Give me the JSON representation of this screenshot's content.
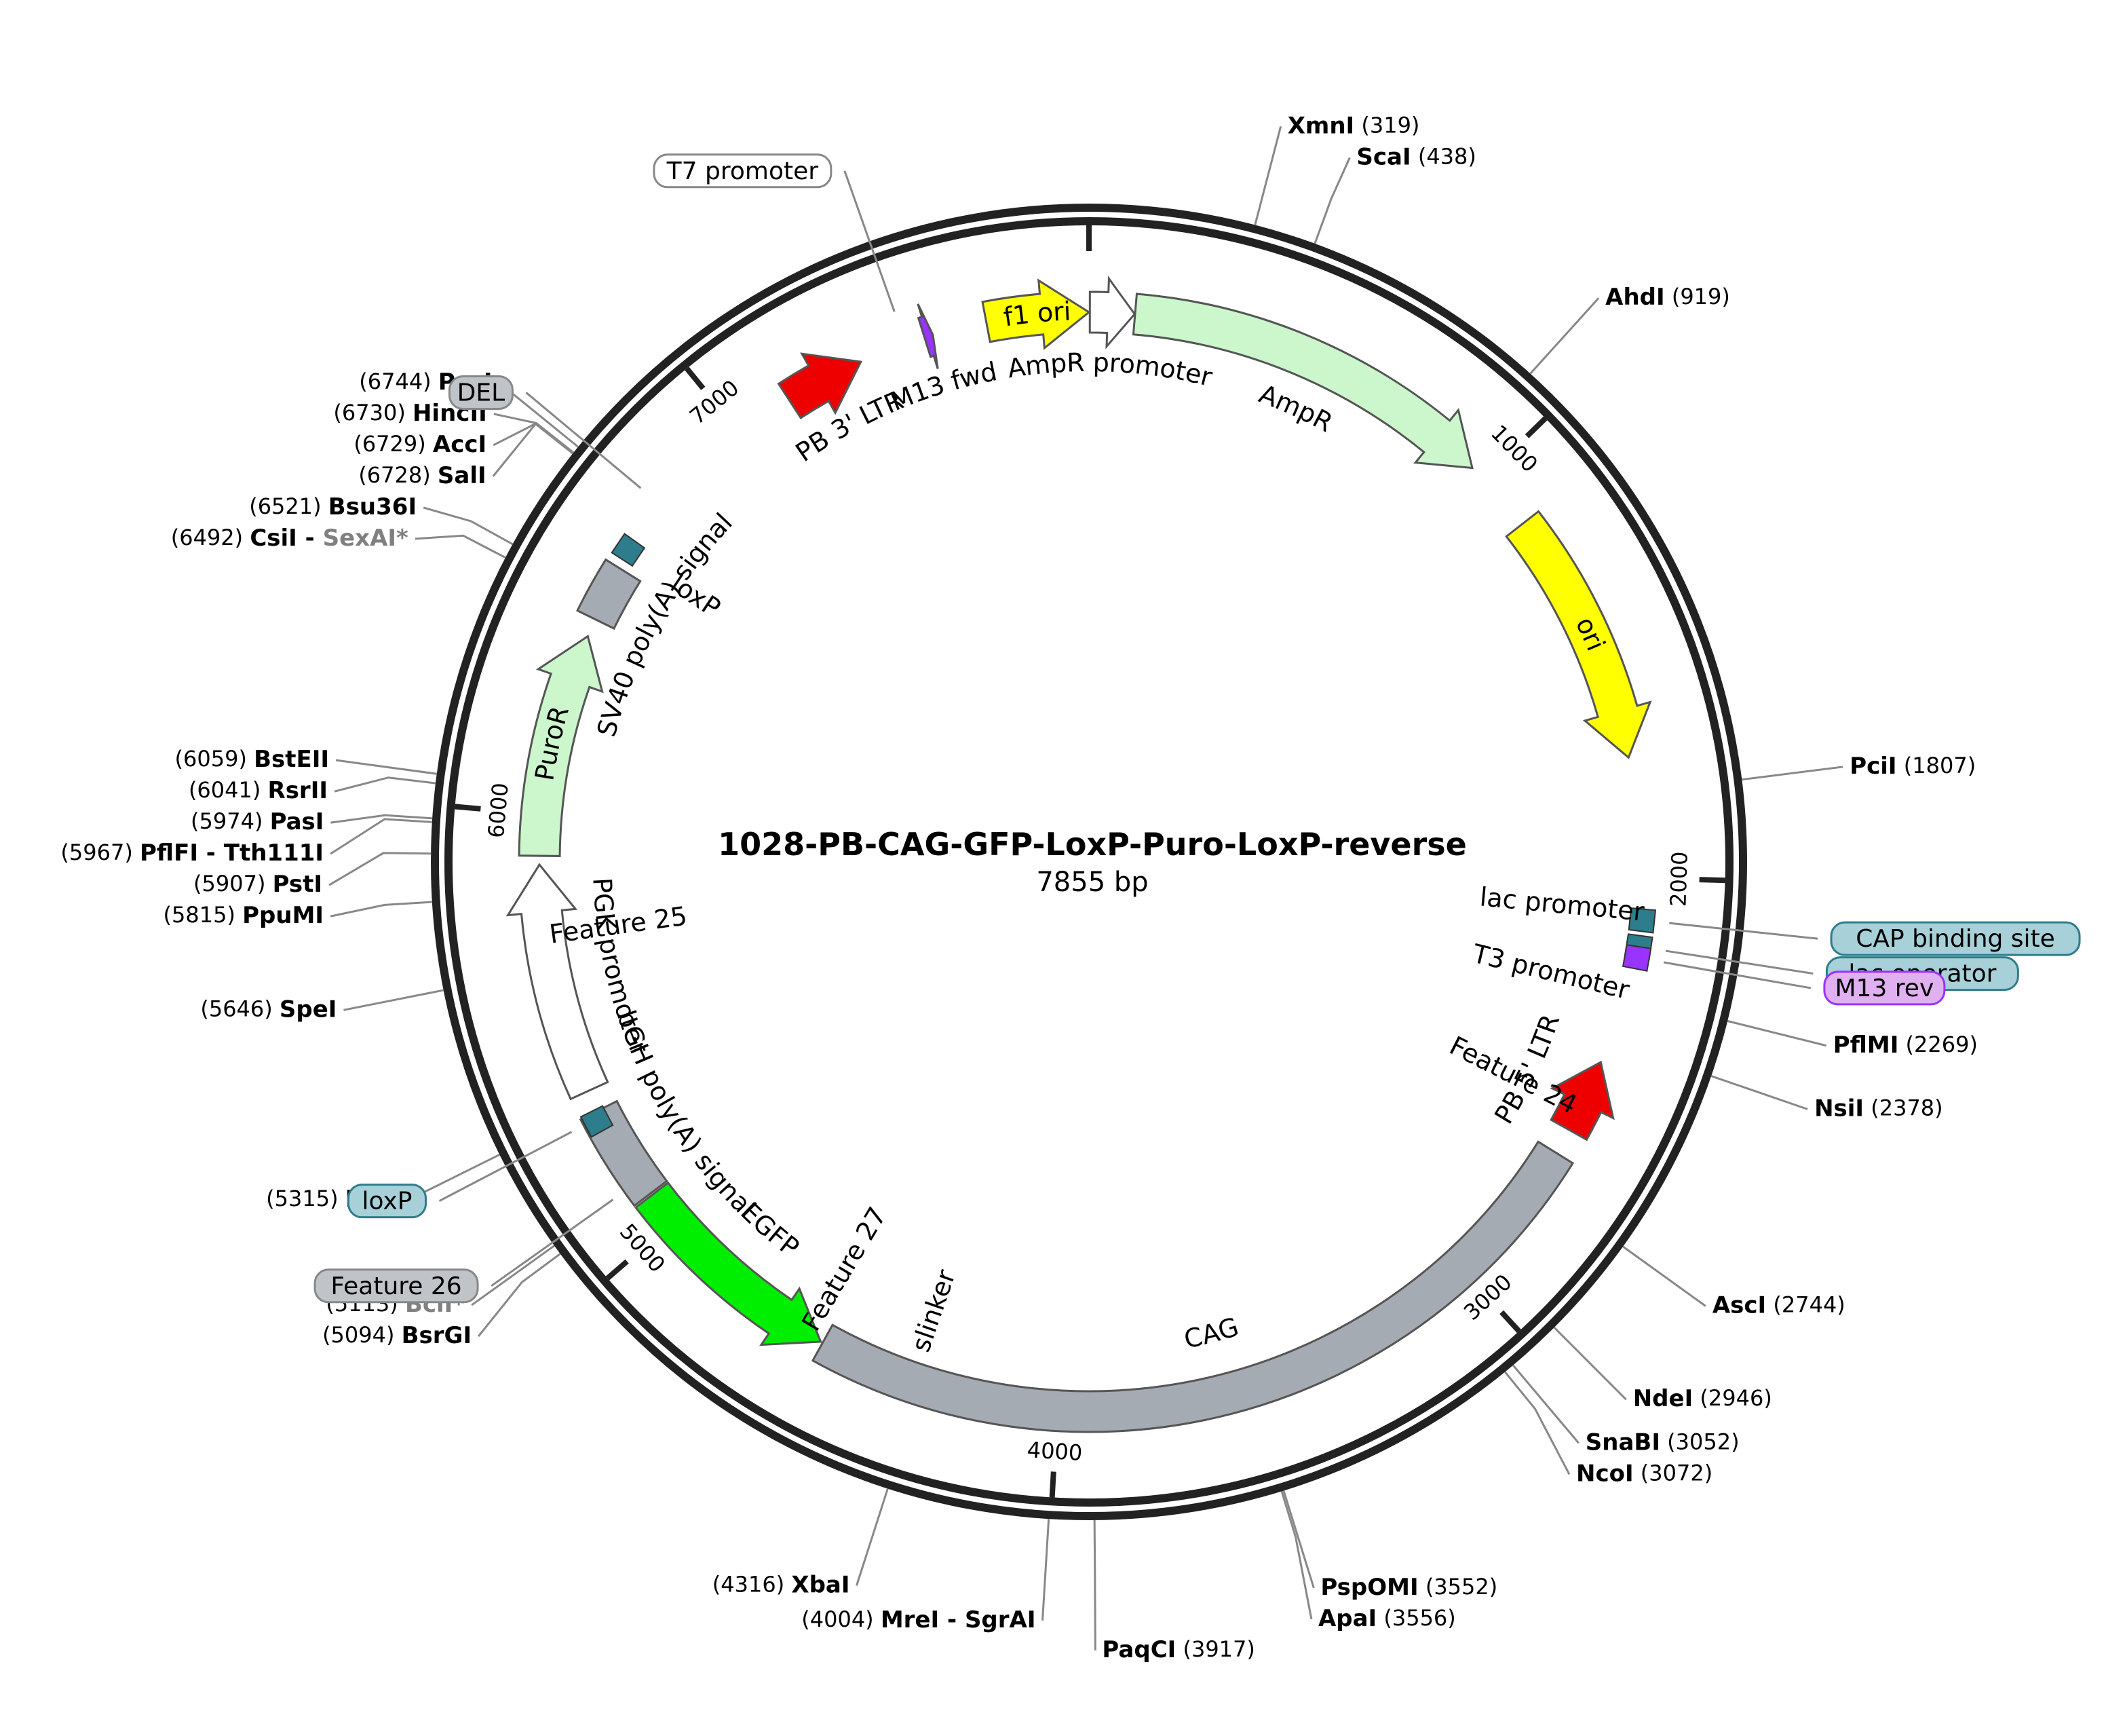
{
  "plasmid": {
    "name": "1028-PB-CAG-GFP-LoxP-Puro-LoxP-reverse",
    "length_label": "7855 bp",
    "length": 7855
  },
  "ruler_ticks": [
    {
      "pos": 0,
      "label": ""
    },
    {
      "pos": 1000,
      "label": "1000"
    },
    {
      "pos": 2000,
      "label": "2000"
    },
    {
      "pos": 3000,
      "label": "3000"
    },
    {
      "pos": 4000,
      "label": "4000"
    },
    {
      "pos": 5000,
      "label": "5000"
    },
    {
      "pos": 6000,
      "label": "6000"
    },
    {
      "pos": 7000,
      "label": "7000"
    }
  ],
  "features": [
    {
      "name": "f1 ori",
      "start": 7620,
      "end": 0,
      "strand": 1,
      "color": "#ffff00",
      "label": "f1 ori",
      "inside": true
    },
    {
      "name": "AmpR promoter",
      "start": 2,
      "end": 104,
      "strand": 1,
      "color": "#ffffff",
      "label": "AmpR promoter",
      "inside": false
    },
    {
      "name": "AmpR",
      "start": 105,
      "end": 965,
      "strand": 1,
      "color": "#ccf6cc",
      "label": "AmpR",
      "inside": false
    },
    {
      "name": "ori",
      "start": 1136,
      "end": 1725,
      "strand": 1,
      "color": "#ffff00",
      "label": "ori",
      "inside": true
    },
    {
      "name": "PB 5' LTR",
      "start": 2430,
      "end": 2600,
      "strand": -1,
      "color": "#ee0000",
      "label": "PB 5' LTR",
      "inside": false
    },
    {
      "name": "CAG",
      "start": 2660,
      "end": 4560,
      "strand": 0,
      "color": "#a5abb2",
      "label": "CAG",
      "inside": false
    },
    {
      "name": "EGFP",
      "start": 4565,
      "end": 5077,
      "strand": -1,
      "color": "#00ee00",
      "label": "EGFP",
      "inside": false
    },
    {
      "name": "bGH poly(A) signal",
      "start": 5082,
      "end": 5305,
      "strand": 0,
      "color": "#a5abb2",
      "label": "bGH poly(A) signal",
      "inside": false
    },
    {
      "name": "PGK promoter",
      "start": 5355,
      "end": 5885,
      "strand": 1,
      "color": "#ffffff",
      "label": "PGK promoter",
      "inside": false
    },
    {
      "name": "PuroR",
      "start": 5905,
      "end": 6420,
      "strand": 1,
      "color": "#ccf6cc",
      "label": "PuroR",
      "inside": true
    },
    {
      "name": "SV40 poly(A) signal",
      "start": 6462,
      "end": 6590,
      "strand": 0,
      "color": "#a5abb2",
      "label": "SV40 poly(A) signal",
      "inside": false
    },
    {
      "name": "PB 3' LTR",
      "start": 7135,
      "end": 7320,
      "strand": 1,
      "color": "#ee0000",
      "label": "PB 3' LTR",
      "inside": false
    },
    {
      "name": "M13 fwd",
      "start": 7475,
      "end": 7495,
      "strand": 1,
      "color": "#9933ff",
      "label": "M13 fwd",
      "inside": false
    }
  ],
  "small_features": [
    {
      "name": "loxP",
      "pos": 5285,
      "color": "#2d7d8c"
    },
    {
      "name": "loxP",
      "pos": 6635,
      "color": "#2d7d8c"
    },
    {
      "name": "CAP binding site",
      "pos": 2095,
      "color": "#2d7d8c"
    },
    {
      "name": "lac operator",
      "pos": 2155,
      "color": "#2d7d8c"
    },
    {
      "name": "M13 rev",
      "pos": 2180,
      "color": "#9933ff"
    }
  ],
  "inner_labels": [
    {
      "text": "lac promoter",
      "pos": 2080
    },
    {
      "text": "T3 promoter",
      "pos": 2260
    },
    {
      "text": "loxP",
      "pos": 6630
    },
    {
      "text": "Feature 24",
      "pos": 2550
    },
    {
      "text": "Feature 25",
      "pos": 5720
    },
    {
      "text": "Feature 27",
      "pos": 4600
    },
    {
      "text": "slinker",
      "pos": 4340
    }
  ],
  "restriction_sites": [
    {
      "name": "XmnI",
      "pos_label": "(319)",
      "pos": 319,
      "color": "#000000"
    },
    {
      "name": "ScaI",
      "pos_label": "(438)",
      "pos": 438,
      "color": "#000000"
    },
    {
      "name": "AhdI",
      "pos_label": "(919)",
      "pos": 919,
      "color": "#000000"
    },
    {
      "name": "PciI",
      "pos_label": "(1807)",
      "pos": 1807,
      "color": "#000000"
    },
    {
      "name": "PflMI",
      "pos_label": "(2269)",
      "pos": 2269,
      "color": "#000000"
    },
    {
      "name": "NsiI",
      "pos_label": "(2378)",
      "pos": 2378,
      "color": "#000000"
    },
    {
      "name": "AscI",
      "pos_label": "(2744)",
      "pos": 2744,
      "color": "#000000"
    },
    {
      "name": "NdeI",
      "pos_label": "(2946)",
      "pos": 2946,
      "color": "#000000"
    },
    {
      "name": "SnaBI",
      "pos_label": "(3052)",
      "pos": 3052,
      "color": "#000000"
    },
    {
      "name": "NcoI",
      "pos_label": "(3072)",
      "pos": 3072,
      "color": "#000000"
    },
    {
      "name": "PspOMI",
      "pos_label": "(3552)",
      "pos": 3552,
      "color": "#000000"
    },
    {
      "name": "ApaI",
      "pos_label": "(3556)",
      "pos": 3556,
      "color": "#000000"
    },
    {
      "name": "PaqCI",
      "pos_label": "(3917)",
      "pos": 3917,
      "color": "#000000"
    },
    {
      "name": "MreI",
      "name2": "SgrAI",
      "pos_label": "(4004)",
      "pos": 4004,
      "color": "#000000"
    },
    {
      "name": "XbaI",
      "pos_label": "(4316)",
      "pos": 4316,
      "color": "#000000"
    },
    {
      "name": "BsrGI",
      "pos_label": "(5094)",
      "pos": 5094,
      "color": "#000000"
    },
    {
      "name": "BclI*",
      "pos_label": "(5113)",
      "pos": 5113,
      "color": "#808080"
    },
    {
      "name": "BbsI",
      "pos_label": "(5315)",
      "pos": 5315,
      "color": "#000000"
    },
    {
      "name": "SpeI",
      "pos_label": "(5646)",
      "pos": 5646,
      "color": "#000000"
    },
    {
      "name": "PpuMI",
      "pos_label": "(5815)",
      "pos": 5815,
      "color": "#000000"
    },
    {
      "name": "PstI",
      "pos_label": "(5907)",
      "pos": 5907,
      "color": "#000000"
    },
    {
      "name": "PflFI",
      "name2": "Tth111I",
      "pos_label": "(5967)",
      "pos": 5967,
      "color": "#000000"
    },
    {
      "name": "PasI",
      "pos_label": "(5974)",
      "pos": 5974,
      "color": "#000000"
    },
    {
      "name": "RsrII",
      "pos_label": "(6041)",
      "pos": 6041,
      "color": "#000000"
    },
    {
      "name": "BstEII",
      "pos_label": "(6059)",
      "pos": 6059,
      "color": "#000000"
    },
    {
      "name": "CsiI",
      "name2": "SexAI*",
      "pos_label": "(6492)",
      "pos": 6492,
      "color": "#000000",
      "color2": "#808080"
    },
    {
      "name": "Bsu36I",
      "pos_label": "(6521)",
      "pos": 6521,
      "color": "#000000"
    },
    {
      "name": "SalI",
      "pos_label": "(6728)",
      "pos": 6728,
      "color": "#000000"
    },
    {
      "name": "AccI",
      "pos_label": "(6729)",
      "pos": 6729,
      "color": "#000000"
    },
    {
      "name": "HincII",
      "pos_label": "(6730)",
      "pos": 6730,
      "color": "#000000"
    },
    {
      "name": "PacI",
      "pos_label": "(6744)",
      "pos": 6744,
      "color": "#000000"
    }
  ],
  "callout_tags": [
    {
      "text": "T7 promoter",
      "pos": 7430,
      "fill": "#ffffff",
      "stroke": "#888888"
    },
    {
      "text": "DEL",
      "pos": 6760,
      "fill": "#c0c4c8",
      "stroke": "#888888"
    },
    {
      "text": "CAP binding site",
      "pos": 2095,
      "fill": "#a8d0d8",
      "stroke": "#2d7d8c"
    },
    {
      "text": "lac operator",
      "pos": 2155,
      "fill": "#a8d0d8",
      "stroke": "#2d7d8c"
    },
    {
      "text": "M13 rev",
      "pos": 2180,
      "fill": "#e0b0f0",
      "stroke": "#9933ff"
    },
    {
      "text": "loxP",
      "pos": 5290,
      "fill": "#a8d0d8",
      "stroke": "#2d7d8c"
    },
    {
      "text": "Feature 26",
      "pos": 5120,
      "fill": "#c0c4c8",
      "stroke": "#888888"
    }
  ]
}
